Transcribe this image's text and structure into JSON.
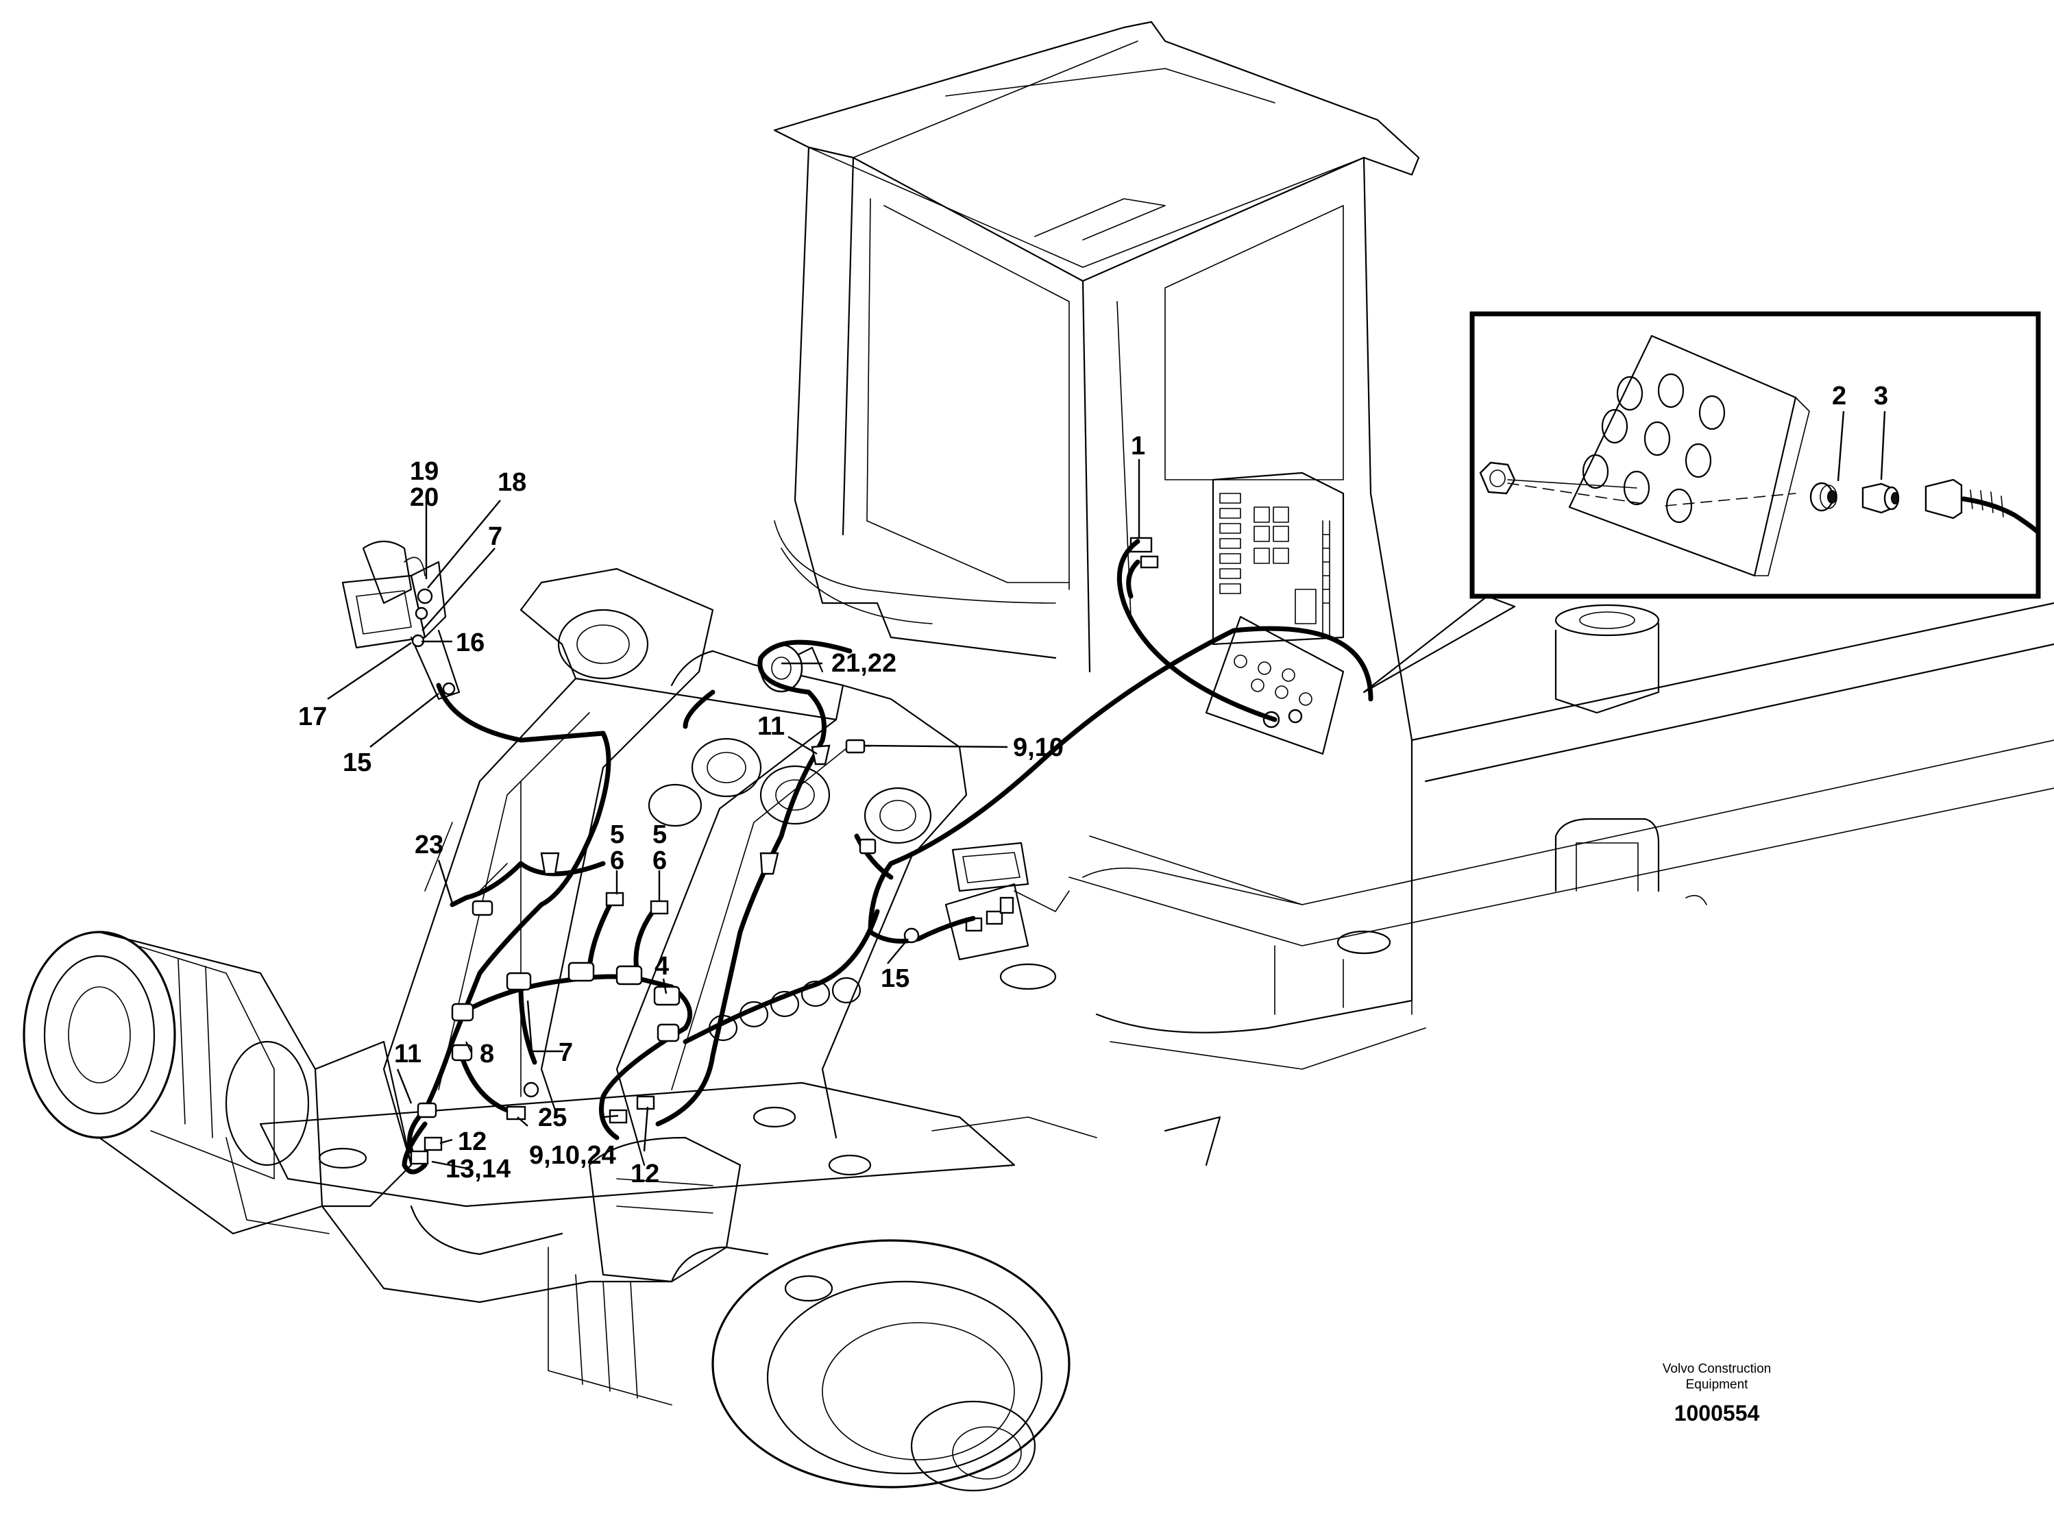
{
  "callouts": [
    {
      "id": "c1",
      "text": "1"
    },
    {
      "id": "c2",
      "text": "2"
    },
    {
      "id": "c3",
      "text": "3"
    },
    {
      "id": "c4",
      "text": "4"
    },
    {
      "id": "c5a",
      "text": "5"
    },
    {
      "id": "c6a",
      "text": "6"
    },
    {
      "id": "c5b",
      "text": "5"
    },
    {
      "id": "c6b",
      "text": "6"
    },
    {
      "id": "c7a",
      "text": "7"
    },
    {
      "id": "c7b",
      "text": "7"
    },
    {
      "id": "c8",
      "text": "8"
    },
    {
      "id": "c910a",
      "text": "9,10"
    },
    {
      "id": "c91024",
      "text": "9,10,24"
    },
    {
      "id": "c11a",
      "text": "11"
    },
    {
      "id": "c11b",
      "text": "11"
    },
    {
      "id": "c12a",
      "text": "12"
    },
    {
      "id": "c12b",
      "text": "12"
    },
    {
      "id": "c1314",
      "text": "13,14"
    },
    {
      "id": "c15a",
      "text": "15"
    },
    {
      "id": "c15b",
      "text": "15"
    },
    {
      "id": "c16",
      "text": "16"
    },
    {
      "id": "c17",
      "text": "17"
    },
    {
      "id": "c18",
      "text": "18"
    },
    {
      "id": "c19",
      "text": "19"
    },
    {
      "id": "c20",
      "text": "20"
    },
    {
      "id": "c2122",
      "text": "21,22"
    },
    {
      "id": "c23",
      "text": "23"
    },
    {
      "id": "c25",
      "text": "25"
    }
  ],
  "footer": {
    "brand_line1": "Volvo Construction",
    "brand_line2": "Equipment",
    "doc_number": "1000554"
  }
}
